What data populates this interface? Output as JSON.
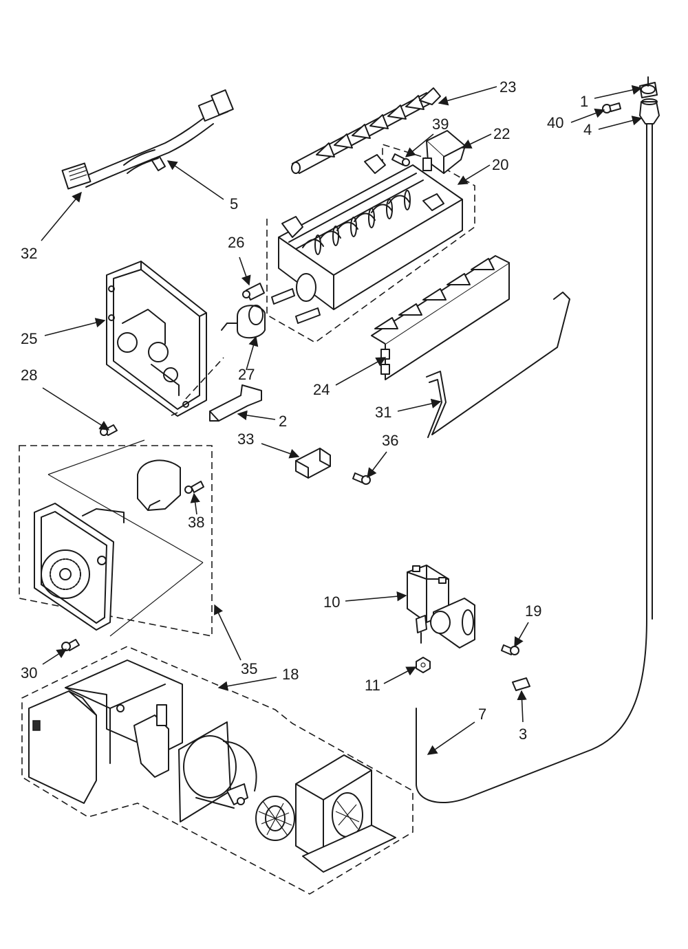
{
  "diagram": {
    "callouts": [
      {
        "label": "1"
      },
      {
        "label": "40"
      },
      {
        "label": "4"
      },
      {
        "label": "23"
      },
      {
        "label": "39"
      },
      {
        "label": "22"
      },
      {
        "label": "20"
      },
      {
        "label": "5"
      },
      {
        "label": "32"
      },
      {
        "label": "26"
      },
      {
        "label": "25"
      },
      {
        "label": "27"
      },
      {
        "label": "28"
      },
      {
        "label": "24"
      },
      {
        "label": "31"
      },
      {
        "label": "2"
      },
      {
        "label": "33"
      },
      {
        "label": "36"
      },
      {
        "label": "38"
      },
      {
        "label": "10"
      },
      {
        "label": "19"
      },
      {
        "label": "30"
      },
      {
        "label": "35"
      },
      {
        "label": "18"
      },
      {
        "label": "11"
      },
      {
        "label": "7"
      },
      {
        "label": "3"
      }
    ]
  }
}
